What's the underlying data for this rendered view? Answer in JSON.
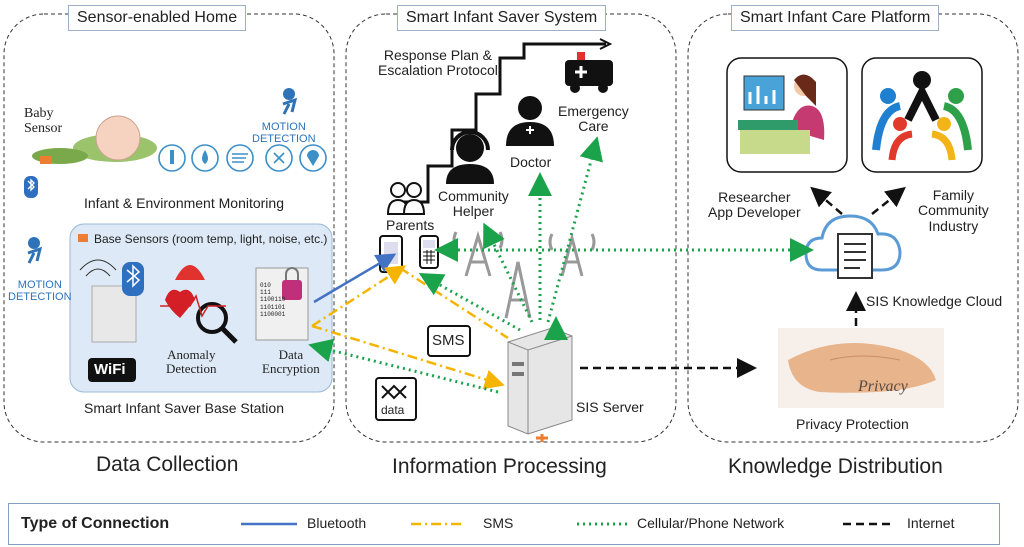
{
  "panels": {
    "home_title": "Sensor-enabled Home",
    "system_title": "Smart Infant Saver System",
    "platform_title": "Smart Infant Care Platform"
  },
  "phases": {
    "collection": "Data Collection",
    "processing": "Information Processing",
    "distribution": "Knowledge Distribution"
  },
  "home": {
    "baby_sensor": "Baby\nSensor",
    "motion_detection_top": "MOTION\nDETECTION",
    "motion_detection_left": "MOTION\nDETECTION",
    "monitoring_label": "Infant & Environment Monitoring",
    "base_sensors_label": "Base Sensors (room temp, light, noise, etc.)",
    "wifi_label": "WiFi",
    "anomaly_label": "Anomaly\nDetection",
    "encryption_label": "Data\nEncryption",
    "binary_text": "010\n111\n1100110\n1101101\n1100001",
    "base_station_label": "Smart Infant Saver Base Station"
  },
  "system": {
    "response_plan": "Response Plan &\nEscalation Protocol",
    "emergency_care": "Emergency\nCare",
    "doctor": "Doctor",
    "community_helper": "Community\nHelper",
    "parents": "Parents",
    "sms_icon": "SMS",
    "data_icon": "data",
    "server_label": "SIS Server"
  },
  "platform": {
    "researcher": "Researcher\nApp Developer",
    "family": "Family\nCommunity\nIndustry",
    "cloud_label": "SIS Knowledge Cloud",
    "privacy_word": "Privacy",
    "privacy_label": "Privacy Protection"
  },
  "legend": {
    "title": "Type of Connection",
    "items": [
      {
        "label": "Bluetooth",
        "color": "#4472c4",
        "style": "solid"
      },
      {
        "label": "SMS",
        "color": "#f5b400",
        "style": "dashdot"
      },
      {
        "label": "Cellular/Phone Network",
        "color": "#1aa34a",
        "style": "dotted"
      },
      {
        "label": "Internet",
        "color": "#111111",
        "style": "dashed"
      }
    ]
  },
  "colors": {
    "bluetooth": "#4472c4",
    "sms": "#f5b400",
    "cellular": "#1aa34a",
    "internet": "#111111",
    "cloud": "#5b9bd5"
  }
}
